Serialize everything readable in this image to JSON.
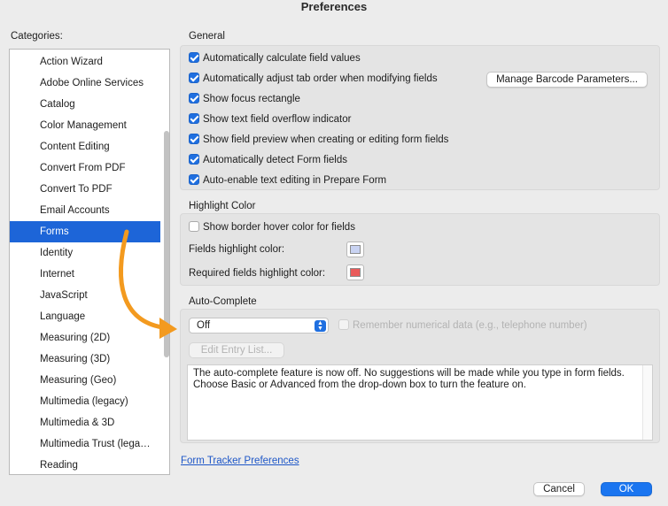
{
  "window": {
    "title": "Preferences"
  },
  "categories": {
    "label": "Categories:",
    "items": [
      "Action Wizard",
      "Adobe Online Services",
      "Catalog",
      "Color Management",
      "Content Editing",
      "Convert From PDF",
      "Convert To PDF",
      "Email Accounts",
      "Forms",
      "Identity",
      "Internet",
      "JavaScript",
      "Language",
      "Measuring (2D)",
      "Measuring (3D)",
      "Measuring (Geo)",
      "Multimedia (legacy)",
      "Multimedia & 3D",
      "Multimedia Trust (lega…",
      "Reading"
    ],
    "selected": "Forms"
  },
  "general": {
    "title": "General",
    "checkboxes": [
      {
        "label": "Automatically calculate field values",
        "checked": true
      },
      {
        "label": "Automatically adjust tab order when modifying fields",
        "checked": true
      },
      {
        "label": "Show focus rectangle",
        "checked": true
      },
      {
        "label": "Show text field overflow indicator",
        "checked": true
      },
      {
        "label": "Show field preview when creating or editing form fields",
        "checked": true
      },
      {
        "label": "Automatically detect Form fields",
        "checked": true
      },
      {
        "label": "Auto-enable text editing in Prepare Form",
        "checked": true
      }
    ],
    "barcode_button": "Manage Barcode Parameters..."
  },
  "highlight": {
    "title": "Highlight Color",
    "hover_checkbox": {
      "label": "Show border hover color for fields",
      "checked": false
    },
    "fields_label": "Fields highlight color:",
    "fields_color": "#c9d3f2",
    "required_label": "Required fields highlight color:",
    "required_color": "#e95b5b"
  },
  "autocomplete": {
    "title": "Auto-Complete",
    "select_value": "Off",
    "remember_checkbox": {
      "label": "Remember numerical data (e.g., telephone number)",
      "checked": false,
      "enabled": false
    },
    "edit_button": "Edit Entry List...",
    "description": "The auto-complete feature is now off. No suggestions will be made while you type in form fields. Choose Basic or Advanced from the drop-down box to turn the feature on."
  },
  "footer": {
    "link": "Form Tracker Preferences",
    "cancel": "Cancel",
    "ok": "OK"
  },
  "colors": {
    "accent": "#1d65d8",
    "annotation_arrow": "#f39a1f"
  }
}
